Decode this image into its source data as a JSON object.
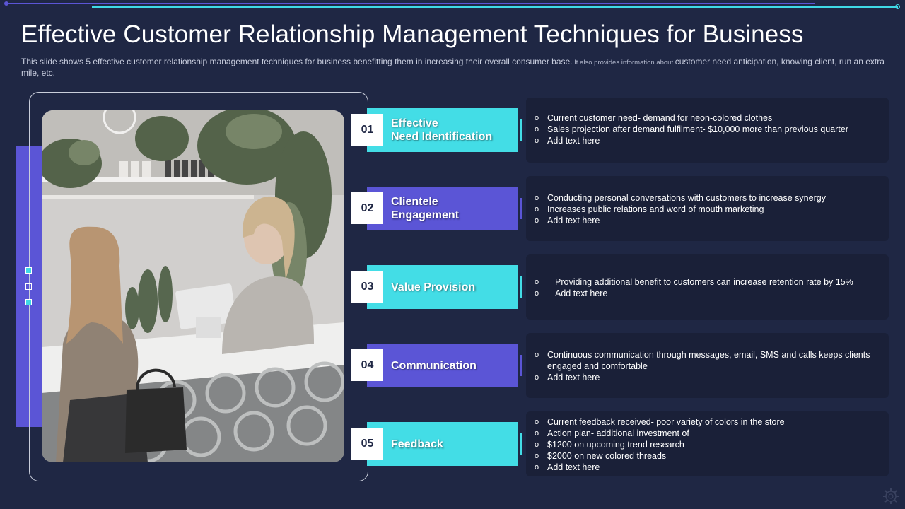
{
  "header": {
    "title": "Effective Customer Relationship Management Techniques for Business",
    "subtitle_main": "This slide shows 5 effective customer relationship management techniques for business benefitting them in increasing their overall consumer base.",
    "subtitle_small": " It also provides information about ",
    "subtitle_end": "customer need anticipation, knowing client, run an extra mile, etc."
  },
  "colors": {
    "background": "#1f2744",
    "cyan": "#43dde6",
    "purple": "#5b55d6",
    "panel": "#1a2038"
  },
  "photo": {
    "icon": "photo-customer-service-counter"
  },
  "techniques": [
    {
      "number": "01",
      "label_line1": "Effective",
      "label_line2": "Need Identification",
      "color": "cyan",
      "points": [
        "Current customer need- demand for neon-colored clothes",
        "Sales projection after demand fulfilment- $10,000 more than previous quarter",
        "Add text here"
      ]
    },
    {
      "number": "02",
      "label_line1": "Clientele",
      "label_line2": "Engagement",
      "color": "purple",
      "points": [
        "Conducting personal conversations with customers to increase synergy",
        "Increases public relations and word of mouth marketing",
        "Add text here"
      ]
    },
    {
      "number": "03",
      "label": "Value Provision",
      "color": "cyan",
      "points": [
        "Providing additional benefit to customers can increase retention rate by 15%",
        "Add text here"
      ]
    },
    {
      "number": "04",
      "label": "Communication",
      "color": "purple",
      "points": [
        "Continuous communication through messages, email, SMS and calls keeps clients engaged and comfortable",
        "Add text here"
      ]
    },
    {
      "number": "05",
      "label": "Feedback",
      "color": "cyan",
      "points": [
        "Current feedback received- poor variety of colors in the store",
        "Action plan- additional investment of",
        "$1200 on upcoming trend research",
        "$2000 on new colored threads",
        "Add text here"
      ]
    }
  ]
}
